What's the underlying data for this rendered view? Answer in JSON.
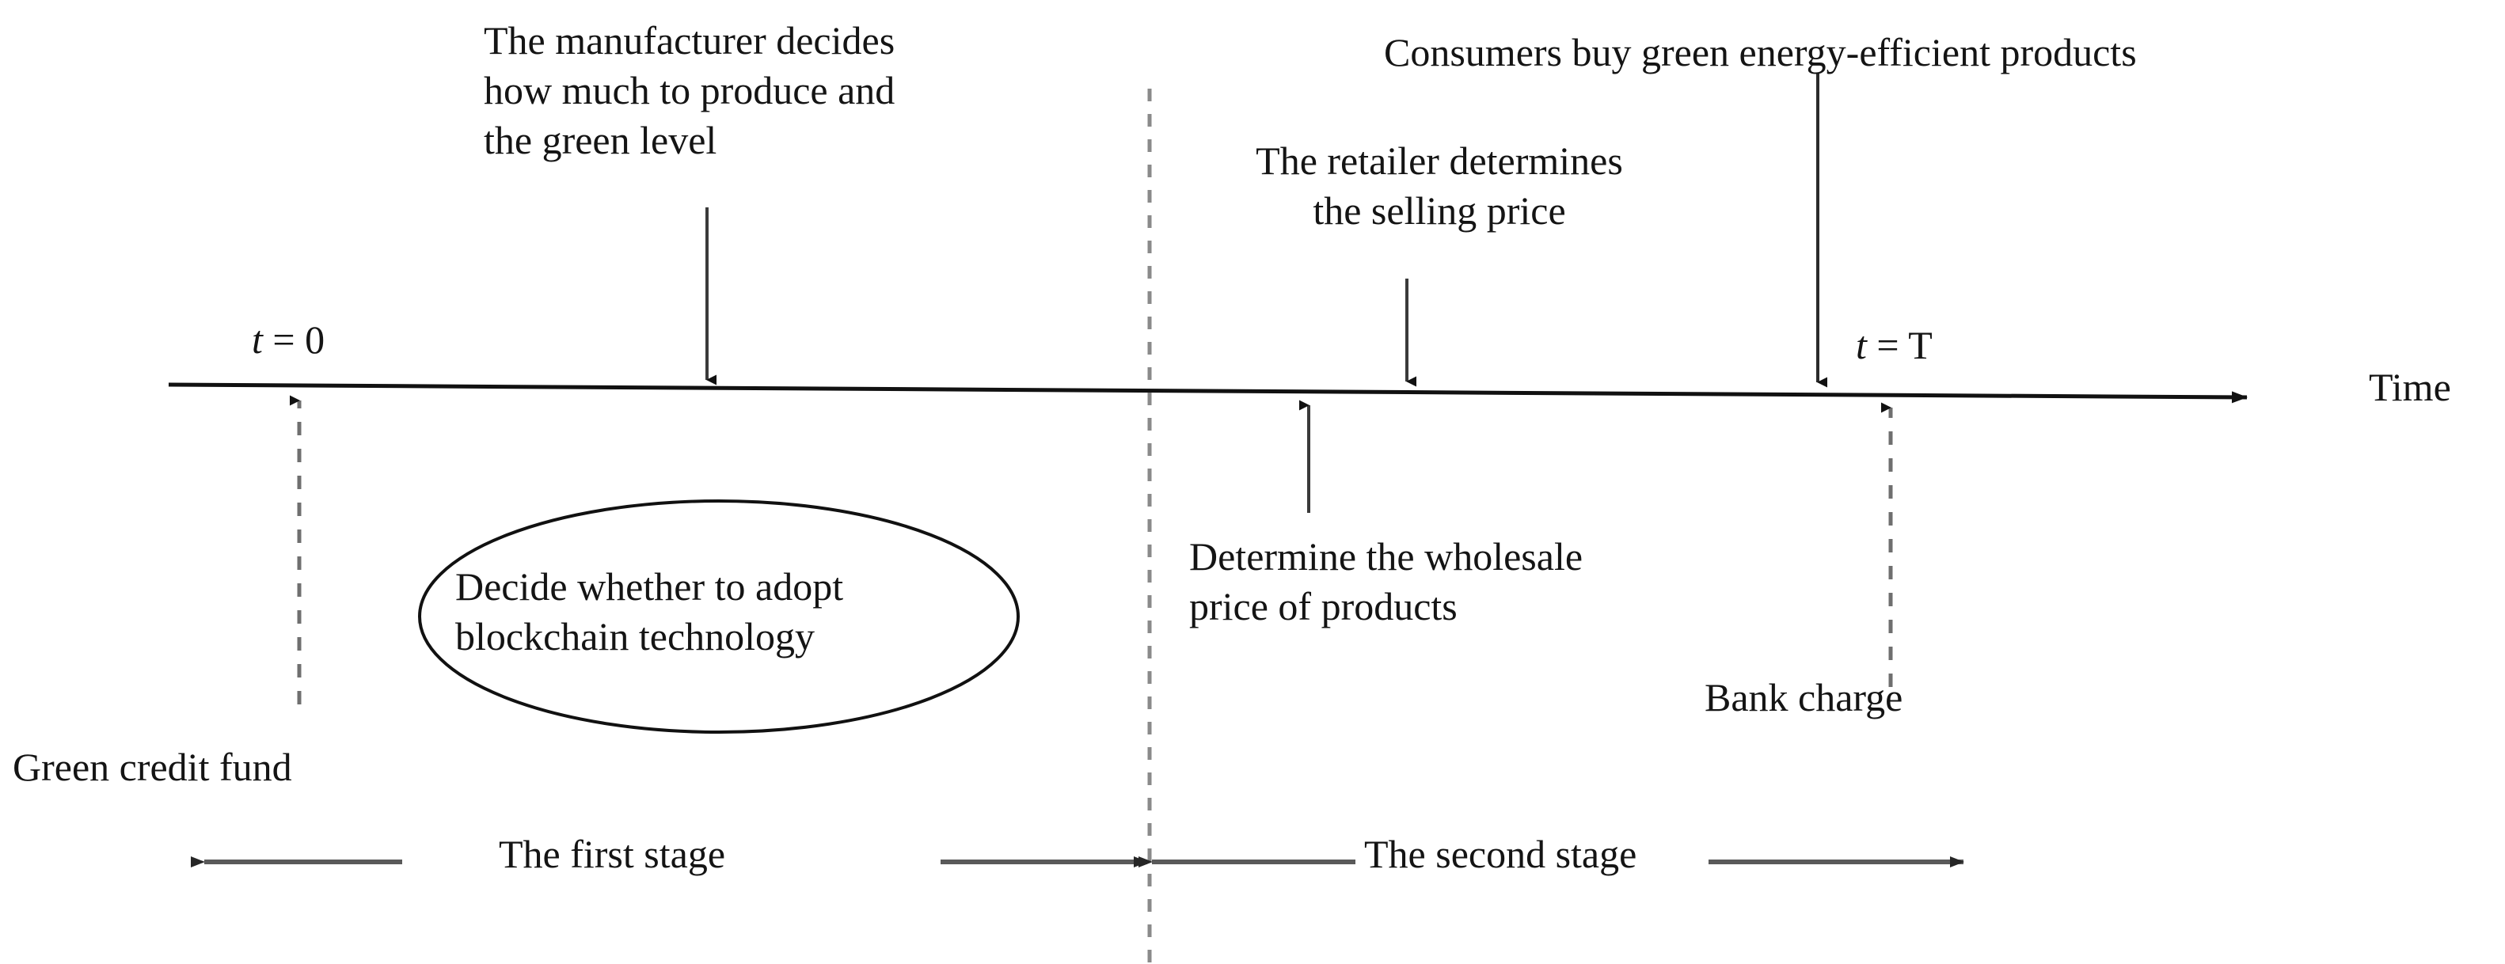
{
  "diagram": {
    "title": "Two-stage green supply chain decision timeline",
    "axis": {
      "end_label": "Time",
      "start_tick_label_prefix": "t",
      "start_tick_label_eq": " = ",
      "start_tick_label_value": "0",
      "end_tick_label_prefix": "t",
      "end_tick_label_eq": " = ",
      "end_tick_label_value": "T",
      "line_color": "#111111"
    },
    "events_above": [
      {
        "id": "manufacturer-decision",
        "lines": [
          "The manufacturer decides",
          "how much to produce and",
          "the green level"
        ],
        "text": "The manufacturer decides\nhow much to produce and\nthe green level"
      },
      {
        "id": "retailer-selling-price",
        "lines": [
          "The retailer determines",
          "the selling price"
        ],
        "text": "The retailer determines\nthe selling price"
      },
      {
        "id": "consumers-purchase",
        "lines": [
          "Consumers buy green energy-efficient products"
        ],
        "text": "Consumers buy green energy-efficient products"
      }
    ],
    "events_below": [
      {
        "id": "wholesale-price",
        "lines": [
          "Determine the wholesale",
          "price of products"
        ],
        "text": "Determine the wholesale\nprice of products"
      },
      {
        "id": "bank-charge",
        "lines": [
          "Bank charge"
        ],
        "text": "Bank charge"
      },
      {
        "id": "green-credit-fund",
        "lines": [
          "Green credit fund"
        ],
        "text": "Green credit fund"
      }
    ],
    "ellipse": {
      "id": "blockchain-decision",
      "lines": [
        "Decide whether to adopt",
        "blockchain technology"
      ],
      "text": "Decide whether to adopt\nblockchain technology"
    },
    "stages": [
      {
        "id": "stage-1",
        "label": "The first stage"
      },
      {
        "id": "stage-2",
        "label": "The second stage"
      }
    ],
    "colors": {
      "stroke": "#111111",
      "dashed_stroke": "#6f6f6f",
      "stage_arrow": "#5a5a5a",
      "text": "#141414",
      "background": "#ffffff"
    }
  }
}
